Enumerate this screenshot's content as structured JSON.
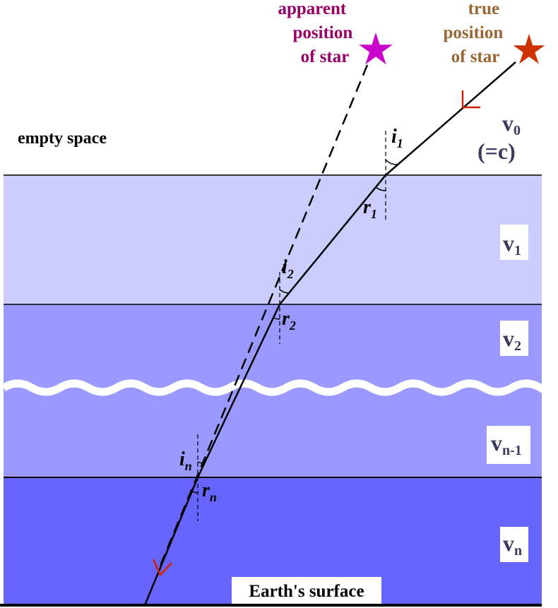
{
  "labels": {
    "apparent_position": [
      "apparent",
      "position",
      "of star"
    ],
    "true_position": [
      "true",
      "position",
      "of star"
    ],
    "empty_space": "empty space",
    "earth_surface": "Earth's surface"
  },
  "velocities": {
    "v0": {
      "base": "v",
      "sub": "0",
      "extra": "(=c)"
    },
    "v1": {
      "base": "v",
      "sub": "1"
    },
    "v2": {
      "base": "v",
      "sub": "2"
    },
    "vn1": {
      "base": "v",
      "sub": "n-1"
    },
    "vn": {
      "base": "v",
      "sub": "n"
    }
  },
  "angles": {
    "i1": {
      "base": "i",
      "sub": "1"
    },
    "r1": {
      "base": "r",
      "sub": "1"
    },
    "i2": {
      "base": "i",
      "sub": "2"
    },
    "r2": {
      "base": "r",
      "sub": "2"
    },
    "in": {
      "base": "i",
      "sub": "n"
    },
    "rn": {
      "base": "r",
      "sub": "n"
    }
  },
  "colors": {
    "layer1": "#ccccff",
    "layer2": "#9999ff",
    "layer3": "#9999ff",
    "layer4": "#6666ff",
    "apparent_star": "#cc00cc",
    "true_star": "#cc3300",
    "apparent_text": "#990066",
    "true_text": "#996633",
    "arrow": "#cc2200"
  }
}
